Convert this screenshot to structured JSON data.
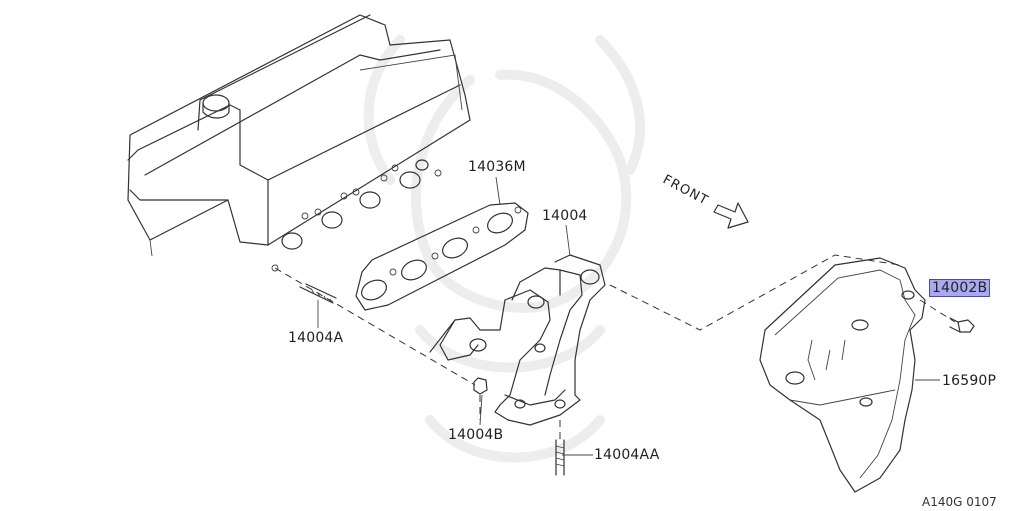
{
  "front_label": "FRONT",
  "parts": [
    {
      "number": "14036M",
      "highlighted": false
    },
    {
      "number": "14004",
      "highlighted": false
    },
    {
      "number": "14002B",
      "highlighted": true
    },
    {
      "number": "14004A",
      "highlighted": false
    },
    {
      "number": "16590P",
      "highlighted": false
    },
    {
      "number": "14004B",
      "highlighted": false
    },
    {
      "number": "14004AA",
      "highlighted": false
    }
  ],
  "diagram_ref": "A140G 0107",
  "highlight_color": "#a9a9f2"
}
